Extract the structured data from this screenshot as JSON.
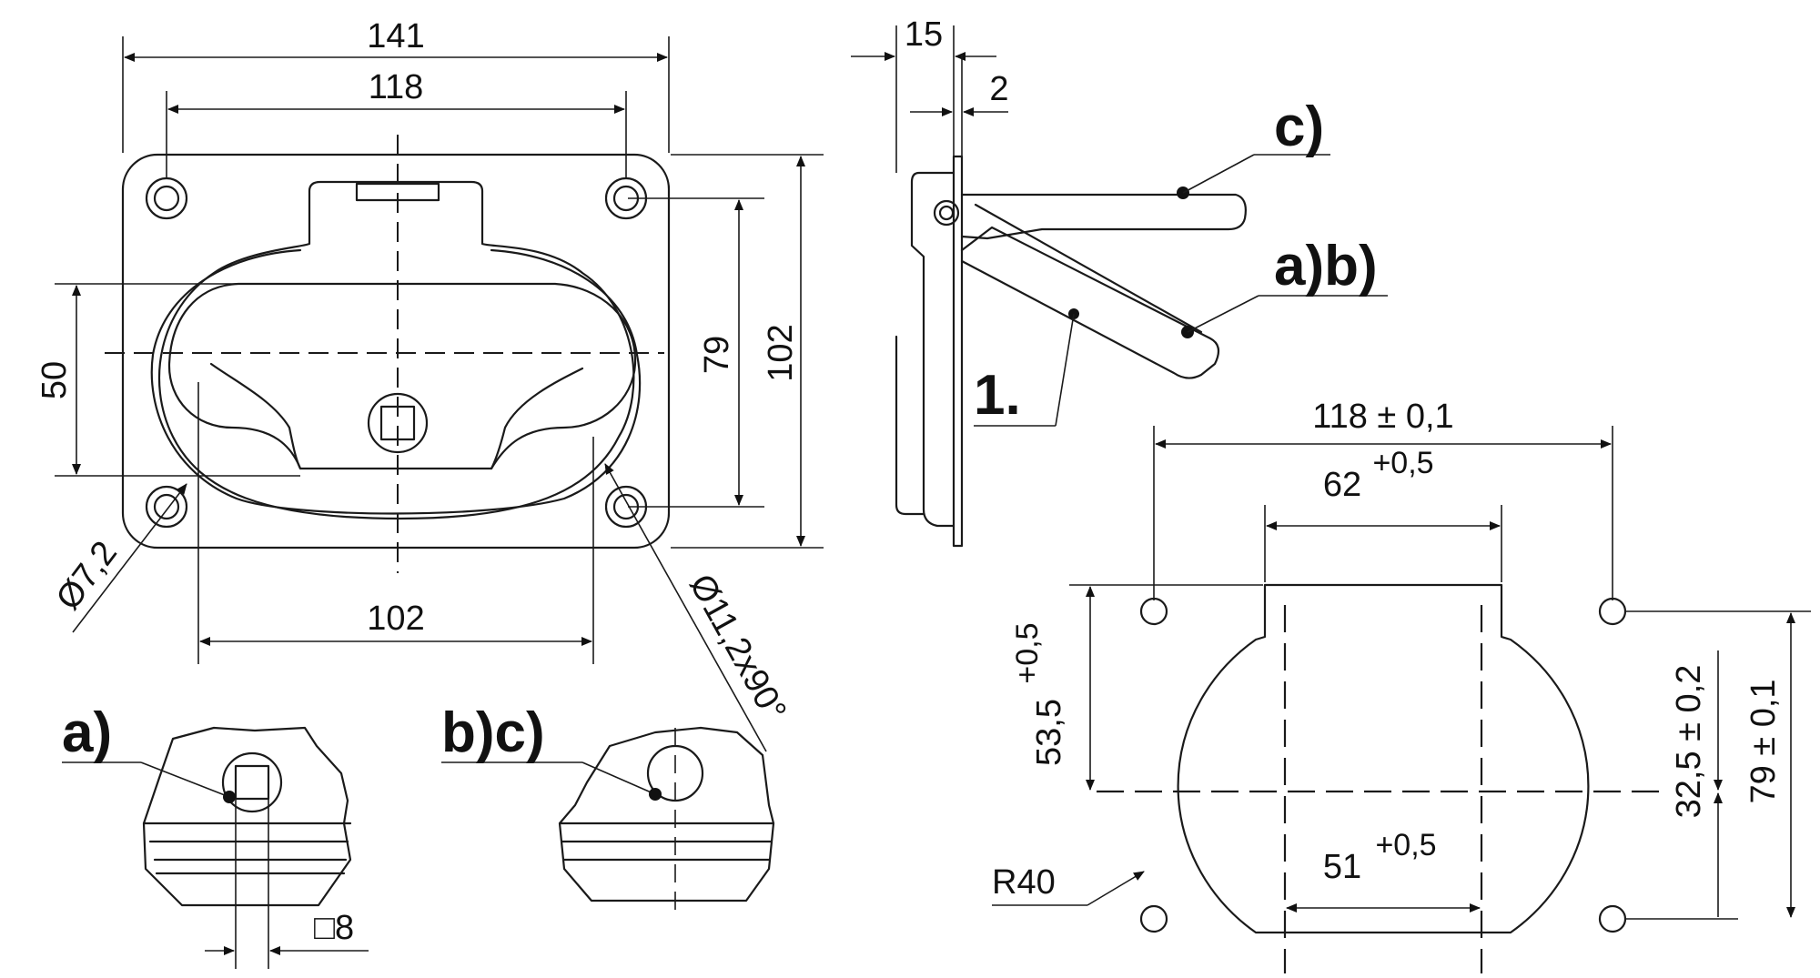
{
  "front_view": {
    "dim_overall_width": "141",
    "dim_hole_spacing": "118",
    "dim_hole_vertical": "79",
    "dim_overall_height": "102",
    "dim_grip_height": "50",
    "dim_recess_width": "102",
    "dim_hole_dia": "Ø7,2",
    "dim_countersink": "Ø11,2x90°"
  },
  "side_view": {
    "dim_depth": "15",
    "dim_plate": "2",
    "label_c": "c)",
    "label_ab": "a)b)",
    "label_1": "1."
  },
  "detail_a": {
    "label": "a)",
    "dim_square": "□8"
  },
  "detail_bc": {
    "label": "b)c)"
  },
  "cutout": {
    "dim_hole_spacing": "118 ± 0,1",
    "dim_top_width": "62",
    "dim_top_tol": "+0,5",
    "dim_inner_width": "51",
    "dim_inner_tol": "+0,5",
    "dim_depth_v": "53,5",
    "dim_depth_tol": "+0,5",
    "dim_center": "32,5 ± 0,2",
    "dim_hole_v": "79 ± 0,1",
    "dim_radius": "R40"
  }
}
